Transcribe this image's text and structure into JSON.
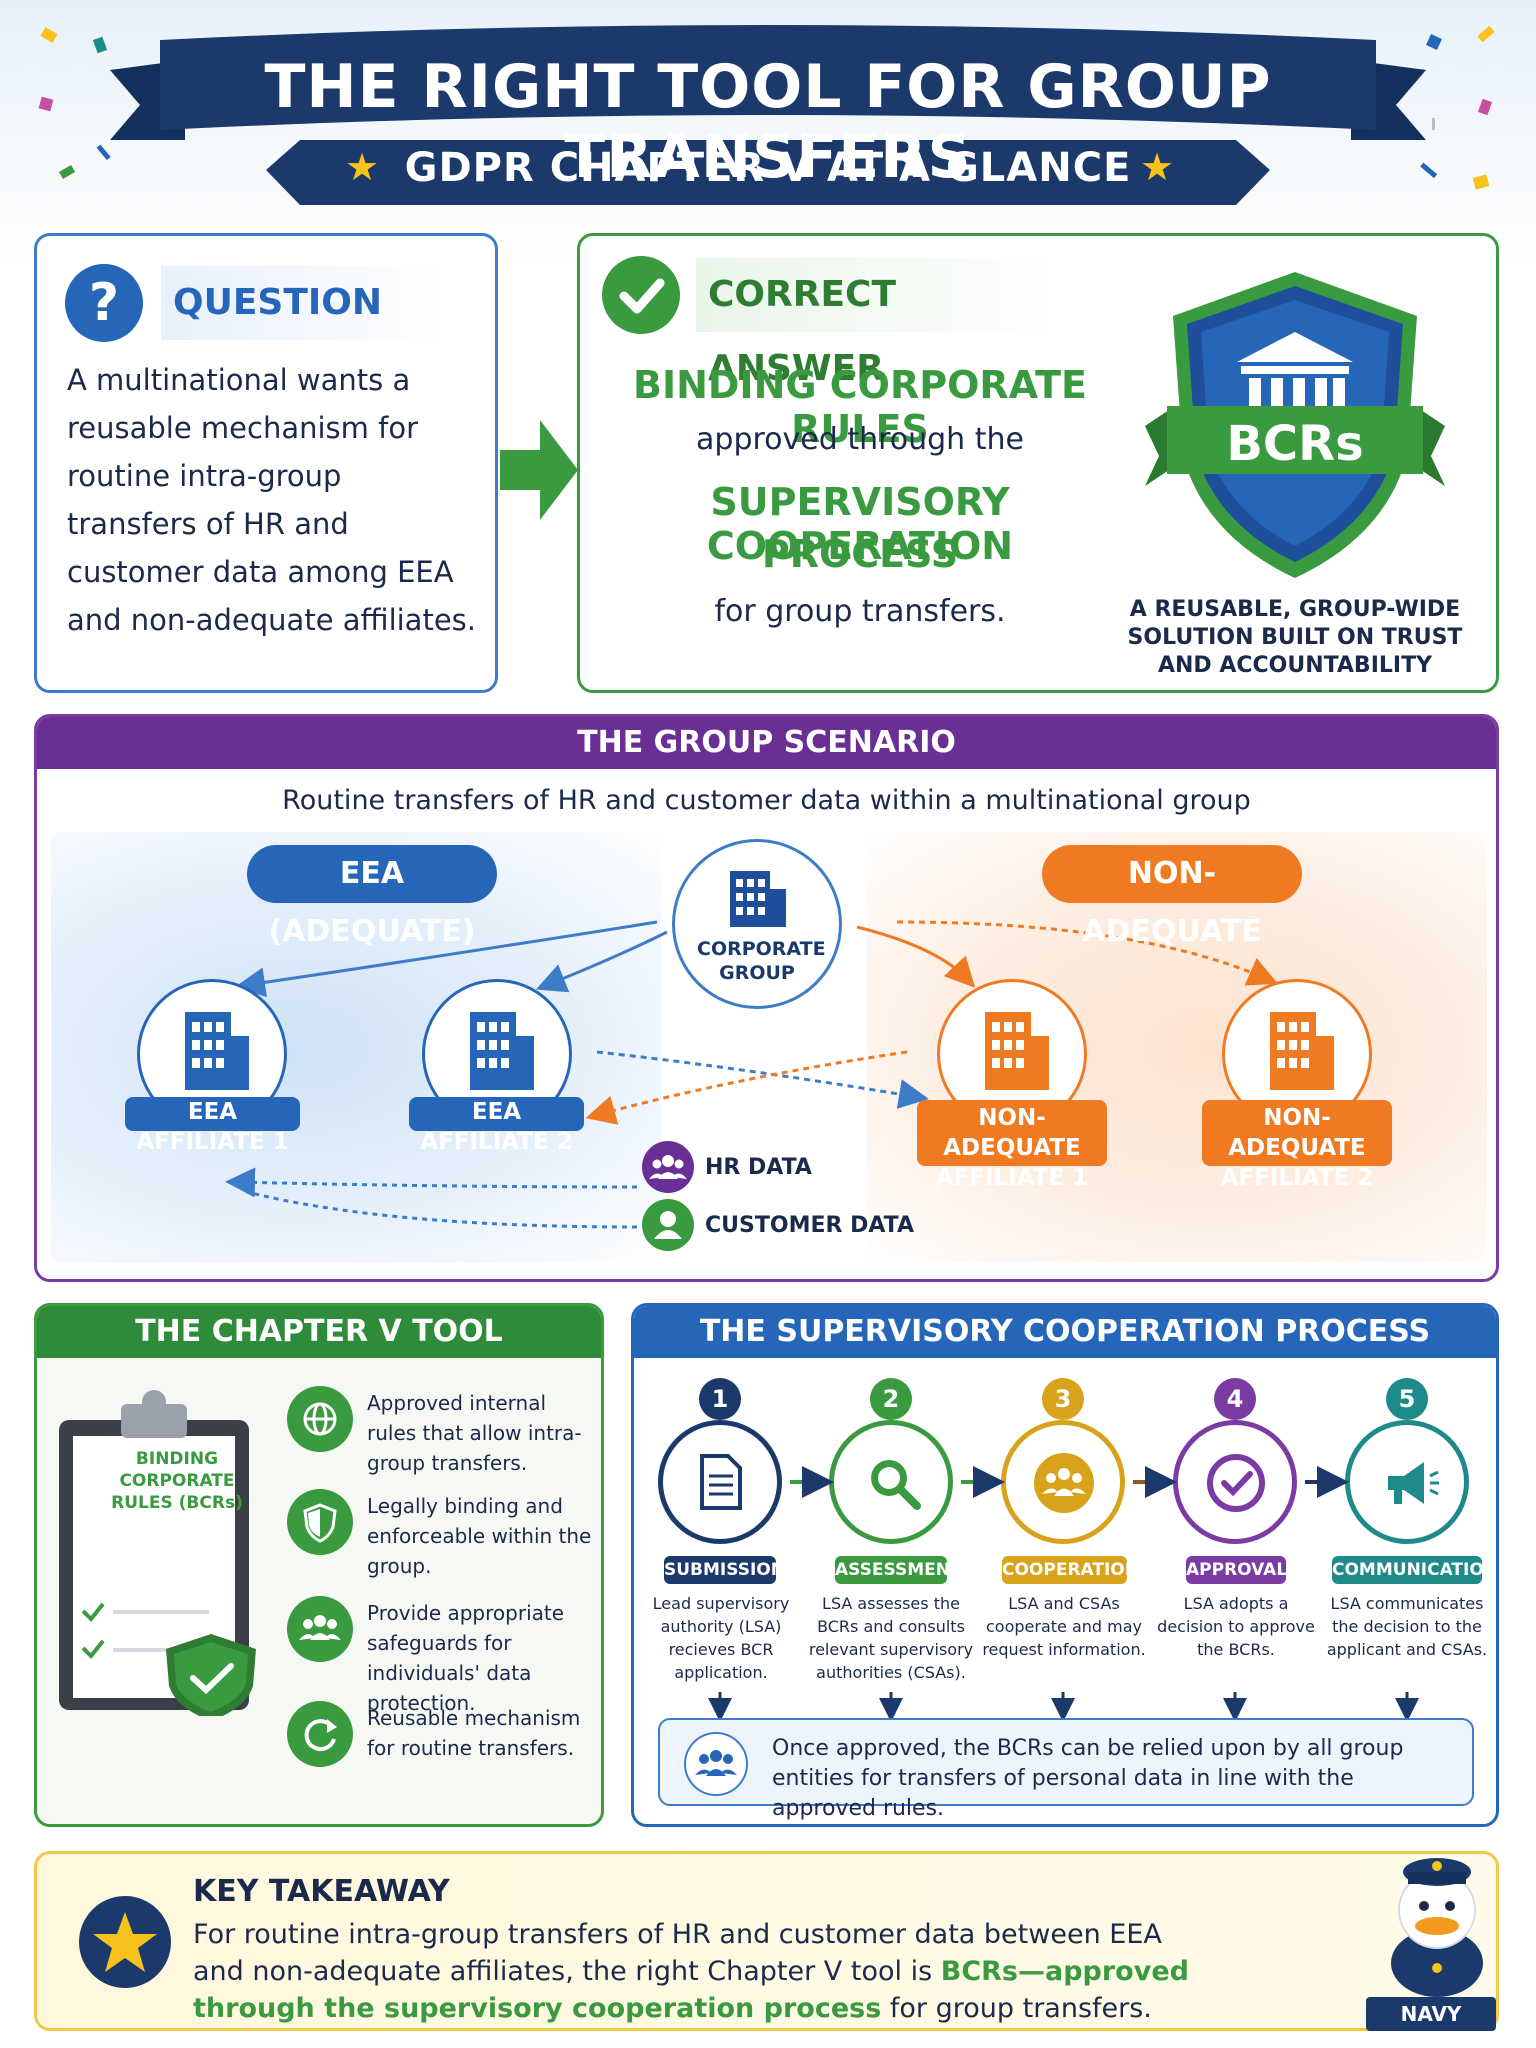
{
  "colors": {
    "navy": "#1b3a6b",
    "blue": "#2566b8",
    "green": "#3a9a3f",
    "purple": "#6a2f95",
    "orange": "#ef7a22",
    "gold": "#f6c21b"
  },
  "header": {
    "title": "THE RIGHT TOOL FOR GROUP TRANSFERS",
    "subtitle": "GDPR CHAPTER V AT A GLANCE",
    "icons": [
      "star-icon",
      "star-icon"
    ]
  },
  "question": {
    "heading": "QUESTION",
    "icon": "question-icon",
    "body": "A multinational wants a reusable mechanism for routine intra-group transfers of HR and customer data among EEA and non-adequate affiliates."
  },
  "answer": {
    "heading": "CORRECT ANSWER",
    "icon": "check-icon",
    "line1": "BINDING CORPORATE RULES",
    "line2": "approved through the",
    "line3": "SUPERVISORY COOPERATION",
    "line4": "PROCESS",
    "line5": "for group transfers.",
    "badge_text": "BCRs",
    "badge_icon": "institution-shield-icon",
    "caption": "A REUSABLE, GROUP-WIDE SOLUTION BUILT ON TRUST AND ACCOUNTABILITY"
  },
  "scenario": {
    "heading": "THE GROUP SCENARIO",
    "subtitle": "Routine transfers of HR and customer data within a multinational group",
    "eea_region": "EEA (ADEQUATE)",
    "non_region": "NON-ADEQUATE",
    "corporate": "CORPORATE GROUP",
    "eea_affiliate_1": "EEA AFFILIATE 1",
    "eea_affiliate_2": "EEA AFFILIATE 2",
    "non_affiliate_1": "NON-ADEQUATE AFFILIATE 1",
    "non_affiliate_2": "NON-ADEQUATE AFFILIATE 2",
    "legend_hr": "HR DATA",
    "legend_customer": "CUSTOMER DATA"
  },
  "tool": {
    "heading": "THE CHAPTER V TOOL",
    "clipboard_text": "BINDING CORPORATE RULES (BCRs)",
    "items": [
      {
        "icon": "globe-icon",
        "text": "Approved internal rules that allow intra-group transfers."
      },
      {
        "icon": "shield-icon",
        "text": "Legally binding and enforceable within the group."
      },
      {
        "icon": "people-icon",
        "text": "Provide appropriate safeguards for individuals' data protection."
      },
      {
        "icon": "refresh-icon",
        "text": "Reusable mechanism for routine transfers."
      }
    ]
  },
  "process": {
    "heading": "THE SUPERVISORY COOPERATION PROCESS",
    "steps": [
      {
        "num": "1",
        "label": "SUBMISSION",
        "desc": "Lead supervisory authority (LSA) recieves BCR application.",
        "color": "#1b3a6b",
        "icon": "document-icon"
      },
      {
        "num": "2",
        "label": "ASSESSMENT",
        "desc": "LSA assesses the BCRs and consults relevant supervisory authorities (CSAs).",
        "color": "#3a9a3f",
        "icon": "magnifier-icon"
      },
      {
        "num": "3",
        "label": "COOPERATION",
        "desc": "LSA and CSAs cooperate and may request information.",
        "color": "#d9a21b",
        "icon": "team-icon"
      },
      {
        "num": "4",
        "label": "APPROVAL",
        "desc": "LSA adopts a decision to approve the BCRs.",
        "color": "#7a3ba3",
        "icon": "approval-check-icon"
      },
      {
        "num": "5",
        "label": "COMMUNICATION",
        "desc": "LSA communicates the decision to the applicant and CSAs.",
        "color": "#1f8a8a",
        "icon": "megaphone-icon"
      }
    ],
    "note": "Once approved, the BCRs can be relied upon by all group entities for transfers of personal data in line with the approved rules."
  },
  "takeaway": {
    "heading": "KEY TAKEAWAY",
    "body_start": "For routine intra-group transfers of HR and customer data between EEA and non-adequate affiliates, the right Chapter V tool is ",
    "body_highlight": "BCRs—approved through the supervisory cooperation process",
    "body_end": " for group transfers.",
    "mascot": "NAVY DUCK"
  }
}
